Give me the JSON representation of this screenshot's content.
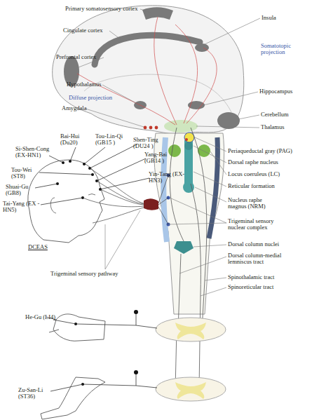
{
  "diagram": {
    "labels": [
      "Primary somatosensory cortex",
      "Insula",
      "Cingulate cortex",
      "Somatotopic projection",
      "Prefrontal cortex",
      "Hypothalamus",
      "Diffuse projection",
      "Hippocampus",
      "Cerebellum",
      "Amygdala",
      "Thalamus",
      "Periaqueductal gray (PAG)",
      "Dorsal raphe nucleus",
      "Locus coeruleus (LC)",
      "Reticular formation",
      "Nucleus raphe magnus (NRM)",
      "Trigeminal sensory nuclear complex",
      "Dorsal column nuclei",
      "Dorsal column-medial lemniscus tract",
      "Spinothalamic tract",
      "Spinoreticular tract",
      "Trigeminal sensory pathway",
      "Bai-Hui (Du20)",
      "Tou-Lin-Qi (GB15 )",
      "Shen-Ting (DU24 )",
      "Si-Shen-Cong (EX-HN1)",
      "Yang-Bai (GB14 )",
      "Tou-Wei (ST8)",
      "Yin-Tang (EX-HN3)",
      "Shuai-Gu (GB8)",
      "Tai-Yang (EX -HN5)",
      "DCEAS",
      "He-Gu (LI4)",
      "Zu-San-Li (ST36)"
    ]
  }
}
